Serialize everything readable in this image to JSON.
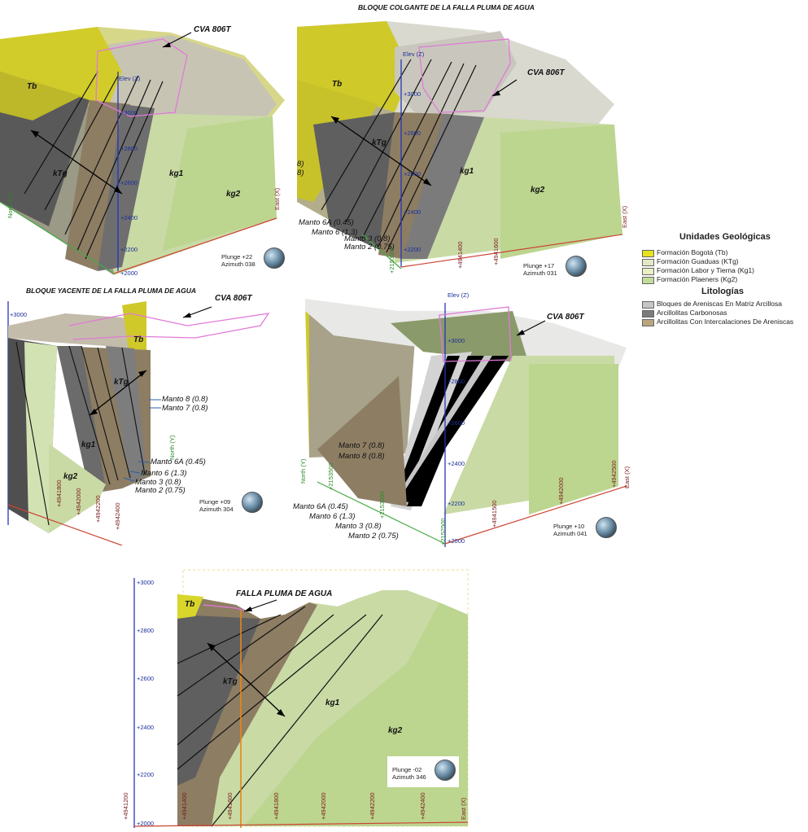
{
  "titles": {
    "hanging": "BLOQUE COLGANTE DE LA FALLA PLUMA DE AGUA",
    "footwall": "BLOQUE YACENTE DE LA FALLA PLUMA DE AGUA"
  },
  "cva": "CVA 806T",
  "fault": "FALLA PLUMA DE AGUA",
  "units": {
    "tb": "Tb",
    "ktg": "kTg",
    "kg1": "kg1",
    "kg2": "kg2"
  },
  "mantos": {
    "m8": "Manto 8 (0.8)",
    "m7": "Manto 7 (0.8)",
    "m6a": "Manto 6A (0.45)",
    "m6": "Manto 6 (1.3)",
    "m3": "Manto 3 (0.8)",
    "m2": "Manto 2 (0.75)"
  },
  "axes": {
    "elev": "Elev (Z)",
    "north": "North (Y)",
    "east": "East (X)"
  },
  "views": {
    "v1": {
      "plunge": "Plunge +22",
      "azimuth": "Azimuth 038"
    },
    "v2": {
      "plunge": "Plunge +17",
      "azimuth": "Azimuth 031"
    },
    "v3": {
      "plunge": "Plunge +09",
      "azimuth": "Azimuth 304"
    },
    "v4": {
      "plunge": "Plunge +10",
      "azimuth": "Azimuth 041"
    },
    "v5": {
      "plunge": "Plunge -02",
      "azimuth": "Azimuth 346"
    }
  },
  "ticks": {
    "p1_elev": [
      "+3000",
      "+2800",
      "+2600",
      "+2400",
      "+2200",
      "+2000"
    ],
    "p2_elev": [
      "+3000",
      "+2800",
      "+2600",
      "+2400",
      "+2200"
    ],
    "p2_x": [
      "+4941400",
      "+4941600"
    ],
    "p2_n": "+2153000",
    "p3_elev": "+3000",
    "p3_x": [
      "+4941800",
      "+4942000",
      "+4942200",
      "+4942400"
    ],
    "p4_elev": [
      "+3000",
      "+2800",
      "+2600",
      "+2400",
      "+2200",
      "+2000"
    ],
    "p4_x": [
      "+4941500",
      "+4942000",
      "+4942500"
    ],
    "p4_n": [
      "+2153500",
      "+2153000",
      "+2152500"
    ],
    "p5_elev": [
      "+3000",
      "+2800",
      "+2600",
      "+2400",
      "+2200",
      "+2000"
    ],
    "p5_x": [
      "+4941200",
      "+4941400",
      "+4941600",
      "+4941800",
      "+4942000",
      "+4942200",
      "+4942400"
    ]
  },
  "legend": {
    "units_title": "Unidades Geológicas",
    "units": [
      {
        "label": "Formación Bogotá (Tb)",
        "color": "#e8e21a"
      },
      {
        "label": "Formación Guaduas (KTg)",
        "color": "#e4e7c8"
      },
      {
        "label": "Formación Labor y Tierna (Kg1)",
        "color": "#e9efc2"
      },
      {
        "label": "Formación Plaeners (Kg2)",
        "color": "#c3dc9b"
      }
    ],
    "lith_title": "Litologías",
    "lith": [
      {
        "label": "Bloques de Areniscas En Matriz Arcillosa",
        "color": "#c6c6c6"
      },
      {
        "label": "Arcillolitas Carbonosas",
        "color": "#7b7b7b"
      },
      {
        "label": "Arcillolitas Con Intercalaciones De Areniscas",
        "color": "#baa57f"
      }
    ]
  },
  "colors": {
    "tb": "#c9c21a",
    "tb_top": "#d8d62a",
    "ktg_dark": "#5f5f5f",
    "ktg_brown": "#8d7d63",
    "kg1": "#c9d9a3",
    "kg2": "#b7d48c",
    "terrain": "#e2e2d8",
    "outline": "#e07ad8"
  }
}
